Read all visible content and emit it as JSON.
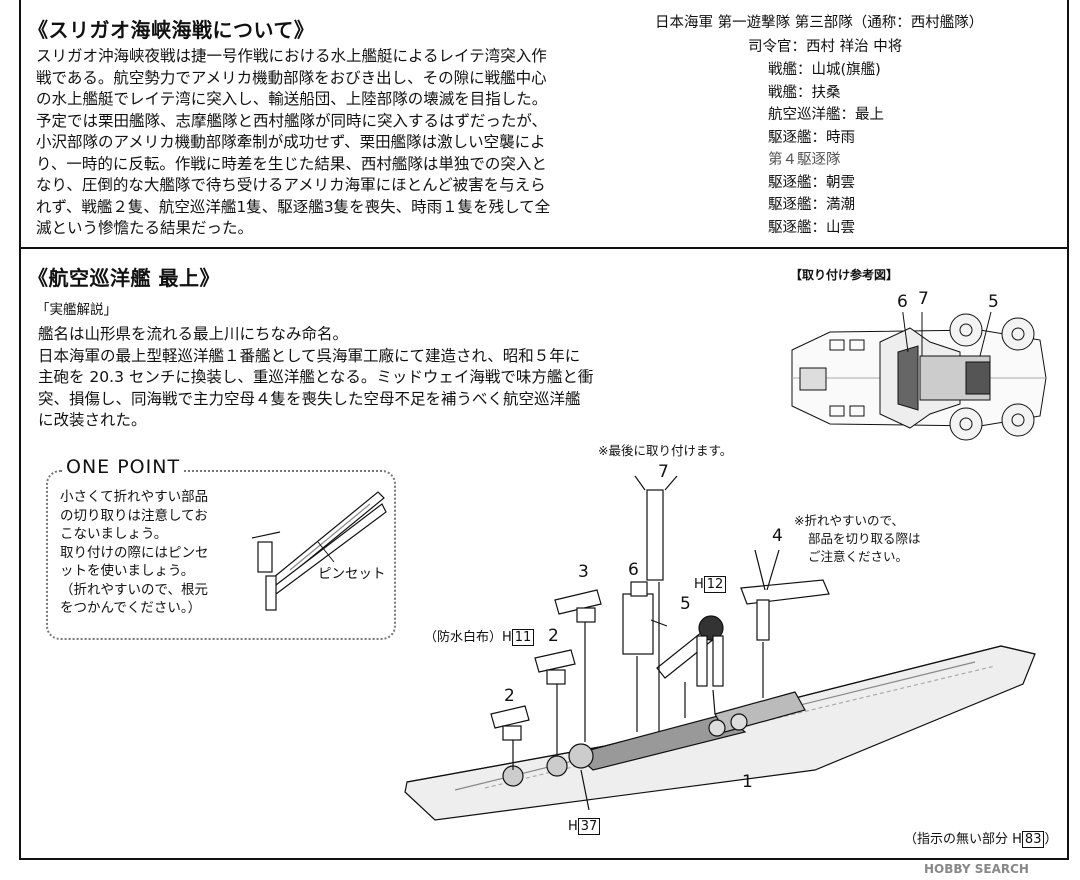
{
  "section1": {
    "title": "《スリガオ海峡海戦について》",
    "paragraph_lines": [
      "スリガオ沖海峡夜戦は捷一号作戦における水上艦艇によるレイテ湾突入作",
      "戦である。航空勢力でアメリカ機動部隊をおびき出し、その隙に戦艦中心",
      "の水上艦艇でレイテ湾に突入し、輸送船団、上陸部隊の壊滅を目指した。",
      "予定では栗田艦隊、志摩艦隊と西村艦隊が同時に突入するはずだったが、",
      "小沢部隊のアメリカ機動部隊牽制が成功せず、栗田艦隊は激しい空襲によ",
      "り、一時的に反転。作戦に時差を生じた結果、西村艦隊は単独での突入と",
      "なり、圧倒的な大艦隊で待ち受けるアメリカ海軍にほとんど被害を与えら",
      "れず、戦艦２隻、航空巡洋艦1隻、駆逐艦3隻を喪失、時雨１隻を残して全",
      "滅という惨憺たる結果だった。"
    ],
    "fleet_header": "日本海軍 第一遊撃隊 第三部隊（通称：西村艦隊）",
    "commander": "司令官：西村 祥治 中将",
    "ships": [
      "戦艦：山城(旗艦)",
      "戦艦：扶桑",
      "航空巡洋艦：最上",
      "駆逐艦：時雨",
      "第４駆逐隊",
      "駆逐艦：朝雲",
      "駆逐艦：満潮",
      "駆逐艦：山雲"
    ]
  },
  "section2": {
    "title": "《航空巡洋艦 最上》",
    "subheading": "「実艦解説」",
    "paragraph_lines": [
      "艦名は山形県を流れる最上川にちなみ命名。",
      "日本海軍の最上型軽巡洋艦１番艦として呉海軍工廠にて建造され、昭和５年に",
      "主砲を 20.3 センチに換装し、重巡洋艦となる。ミッドウェイ海戦で味方艦と衝",
      "突、損傷し、同海戦で主力空母４隻を喪失した空母不足を補うべく航空巡洋艦",
      "に改装された。"
    ],
    "ref_title": "【取り付け参考図】",
    "ref_numbers": [
      "6",
      "7",
      "5"
    ],
    "one_point": {
      "title": "ONE POINT",
      "lines": [
        "小さくて折れやすい部品",
        "の切り取りは注意してお",
        "こないましょう。",
        "取り付けの際にはピンセ",
        "ットを使いましょう。",
        "（折れやすいので、根元",
        "をつかんでください。）"
      ],
      "tweezers_label": "ピンセット"
    },
    "note_last": "※最後に取り付けます。",
    "note_fragile": [
      "※折れやすいので、",
      "部品を切り取る際は",
      "ご注意ください。"
    ],
    "waterproof_label": "（防水白布）H",
    "part_codes": {
      "waterproof": "11",
      "part5": "12",
      "hull": "37",
      "unspecified": "83"
    },
    "part_numbers": {
      "p7": "7",
      "p6": "6",
      "p5": "5",
      "p4": "4",
      "p3": "3",
      "p2a": "2",
      "p2b": "2",
      "p1": "1"
    },
    "footnote_prefix": "（指示の無い部分 H",
    "footnote_suffix": "）"
  },
  "watermark": "HOBBY SEARCH",
  "colors": {
    "ink": "#111111",
    "gray": "#888888",
    "ship_fill": "#e8e8e8",
    "deck_dark": "#777777"
  }
}
